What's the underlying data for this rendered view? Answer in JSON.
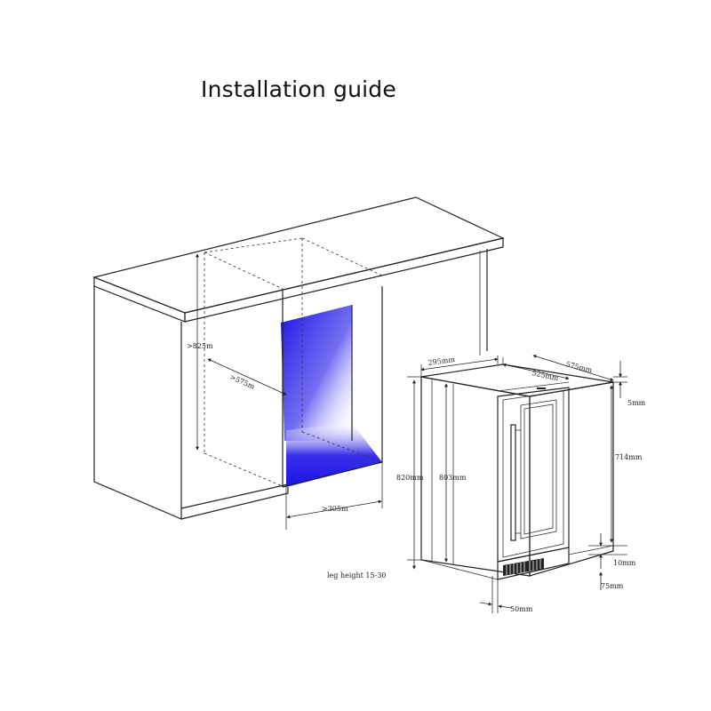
{
  "title": "Installation guide",
  "colors": {
    "cavity_light": "#1c12e6",
    "line": "#222222"
  },
  "cabinet_labels": {
    "height": ">825m",
    "depth": ">575m",
    "width": ">305m"
  },
  "appliance_labels": {
    "top_width": "295mm",
    "top_depth": "525mm",
    "top_overall_depth": "575mm",
    "top_gap": "5mm",
    "door_height": "714mm",
    "overall_height": "820mm",
    "body_height": "803mm",
    "base_gap": "10mm",
    "leg_zone": "75mm",
    "plinth_offset": "50mm",
    "leg_note": "leg height 15-30"
  }
}
